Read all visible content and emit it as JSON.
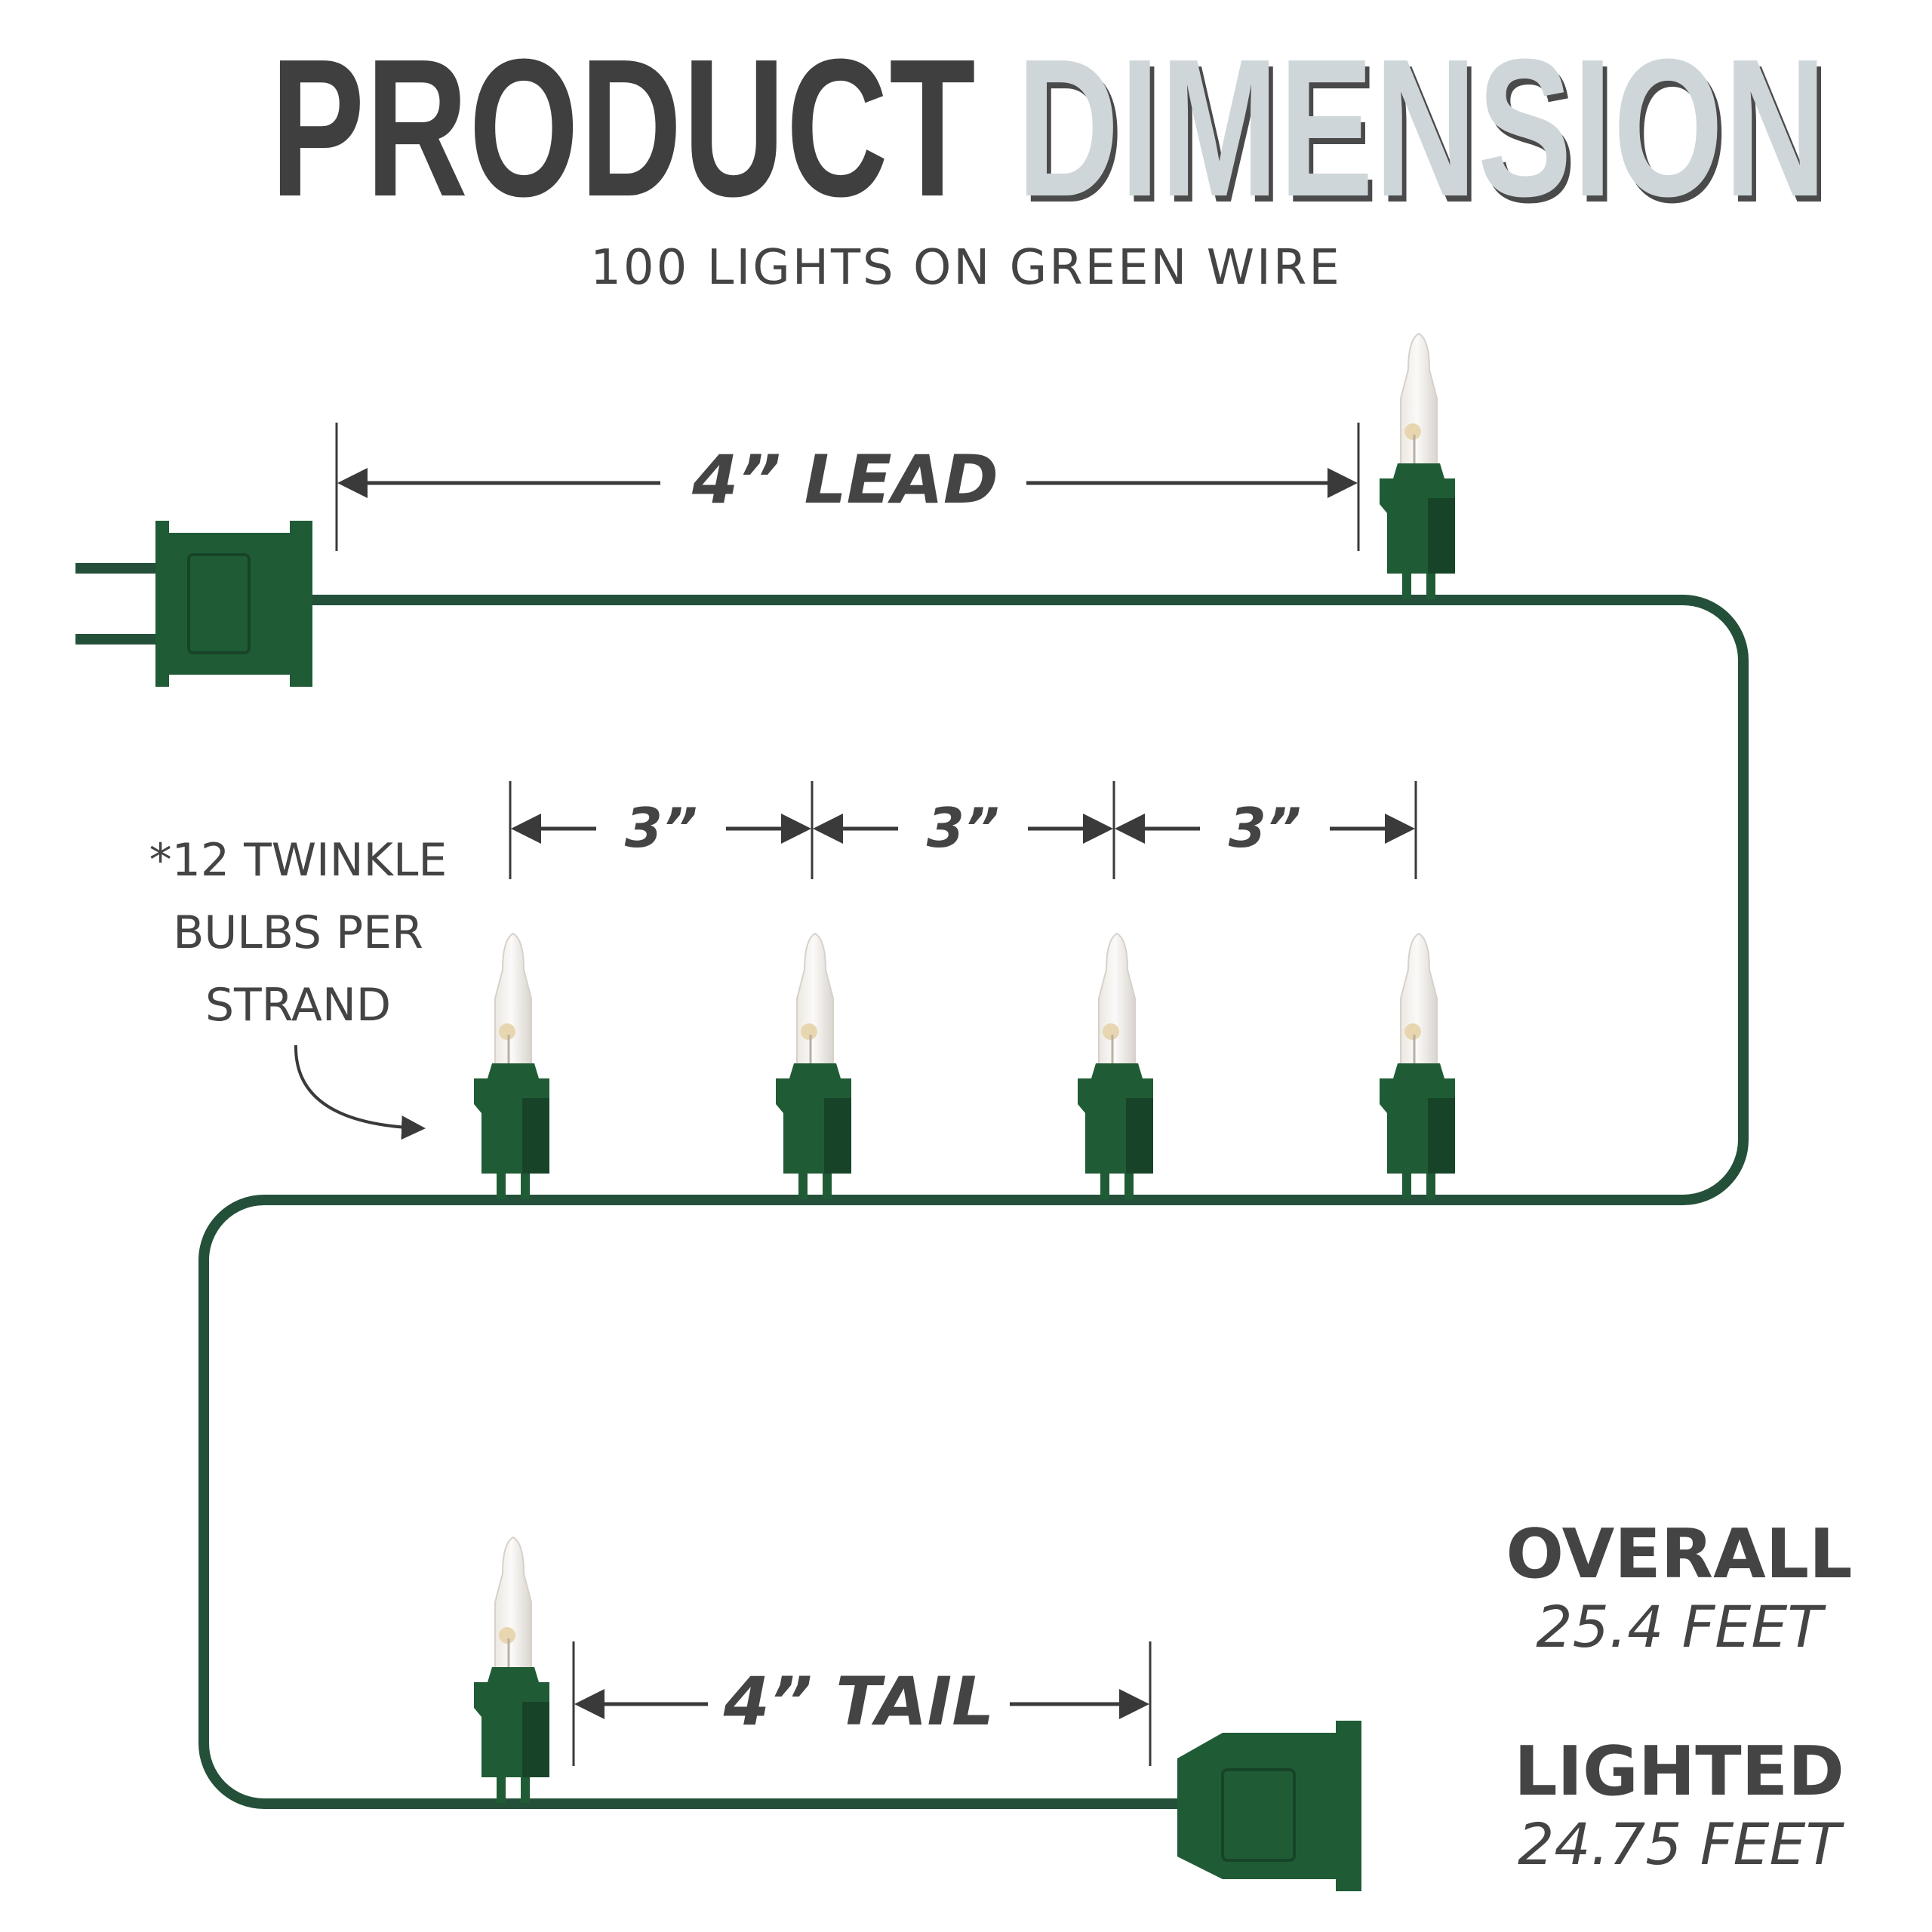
{
  "title": {
    "part1": "PRODUCT",
    "part2": "DIMENSION"
  },
  "subtitle": "100 LIGHTS ON GREEN WIRE",
  "dimensions": {
    "lead": "4” LEAD",
    "spacing": [
      "3”",
      "3”",
      "3”"
    ],
    "tail": "4” TAIL"
  },
  "note": {
    "lines": [
      "*12 TWINKLE",
      "BULBS PER",
      "STRAND"
    ]
  },
  "overall": {
    "label": "OVERALL",
    "value": "25.4 FEET"
  },
  "lighted": {
    "label": "LIGHTED",
    "value": "24.75 FEET"
  },
  "colors": {
    "wire": "#24503a",
    "socket": "#1f5c35",
    "socket_dark": "#174428",
    "text": "#444444",
    "title_light": "#cfd6da",
    "title_dark": "#3f3f3f"
  }
}
